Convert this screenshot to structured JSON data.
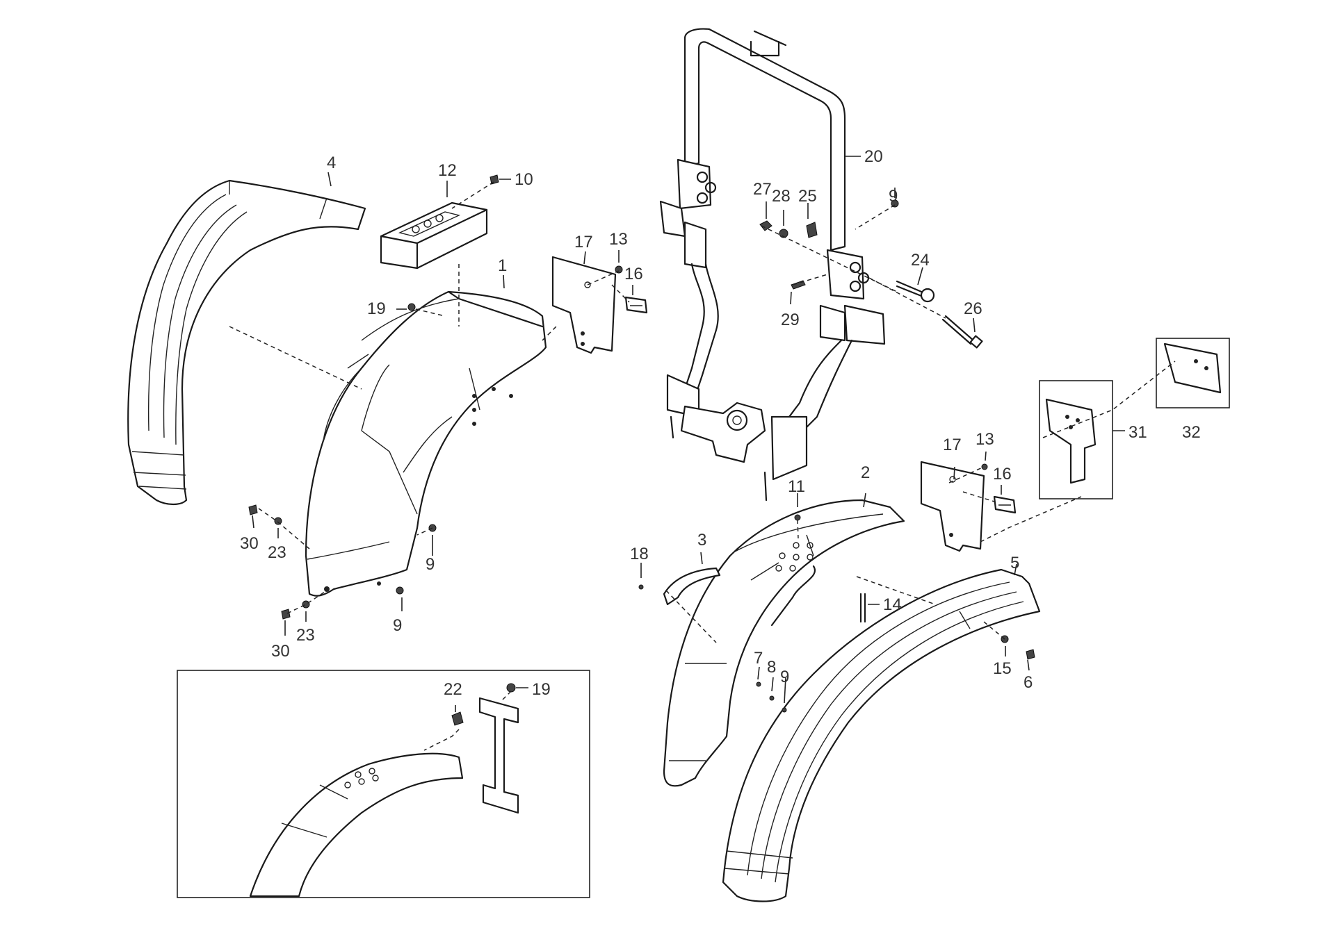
{
  "callouts": {
    "c1": "1",
    "c2": "2",
    "c3": "3",
    "c4": "4",
    "c5": "5",
    "c6": "6",
    "c7": "7",
    "c8": "8",
    "c9a": "9",
    "c9b": "9",
    "c9c": "9",
    "c9d": "9",
    "c10": "10",
    "c11": "11",
    "c12": "12",
    "c13a": "13",
    "c13b": "13",
    "c14": "14",
    "c15": "15",
    "c16a": "16",
    "c16b": "16",
    "c17a": "17",
    "c17b": "17",
    "c18": "18",
    "c19a": "19",
    "c19b": "19",
    "c20": "20",
    "c22": "22",
    "c23a": "23",
    "c23b": "23",
    "c24": "24",
    "c25": "25",
    "c26": "26",
    "c27": "27",
    "c28": "28",
    "c29": "29",
    "c30a": "30",
    "c30b": "30",
    "c31": "31",
    "c32": "32"
  },
  "colors": {
    "line": "#1a1a1a",
    "background": "#ffffff",
    "label": "#333333"
  }
}
